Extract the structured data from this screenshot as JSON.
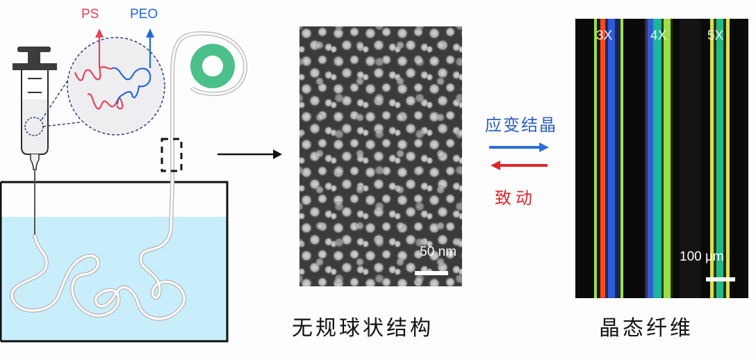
{
  "figure": {
    "schematic": {
      "labels": {
        "ps": "PS",
        "peo": "PEO"
      },
      "colors": {
        "ps": "#e8405a",
        "peo": "#2268d8",
        "water": "#c9eefb",
        "spool": "#4cc08a",
        "syringe_plunger": "#3c3c3c"
      },
      "components": [
        "syringe",
        "magnified-polymer-circle",
        "water-bath",
        "fiber",
        "spool",
        "dashed-selection-box",
        "right-arrow"
      ]
    },
    "tem_panel": {
      "scale_bar_label": "50 nm",
      "caption": "无规球状结构"
    },
    "process_arrows": {
      "forward_label": "应变结晶",
      "backward_label": "致动",
      "forward_color": "#2a6fd8",
      "backward_color": "#e02828"
    },
    "pom_panel": {
      "stretch_labels": [
        "3X",
        "4X",
        "5X"
      ],
      "scale_bar_label": "100 μm",
      "caption": "晶态纤维"
    }
  }
}
